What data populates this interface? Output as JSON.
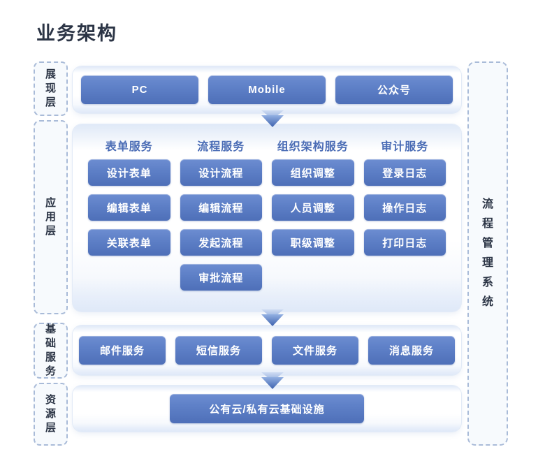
{
  "page": {
    "title": "业务架构",
    "background": "#ffffff"
  },
  "colors": {
    "button_gradient_top": "#6d8dd1",
    "button_gradient_bottom": "#4e6fb8",
    "header_text": "#4a6cb5",
    "tag_text": "#2b3445",
    "tag_border": "#a9bbd8",
    "tag_fill": "#f7fafd",
    "panel_fill": "#ffffff",
    "arrow": "#4f72bd"
  },
  "left_layer_tags": [
    {
      "name": "presentation",
      "label": "展现层"
    },
    {
      "name": "application",
      "label": "应用层"
    },
    {
      "name": "basic-service",
      "label": "基础服务"
    },
    {
      "name": "resource",
      "label": "资源层"
    }
  ],
  "right_system_tag": {
    "label": "流程管理系统"
  },
  "presentation_layer": {
    "items": [
      {
        "label": "PC"
      },
      {
        "label": "Mobile"
      },
      {
        "label": "公众号"
      }
    ]
  },
  "application_layer": {
    "columns": [
      {
        "header": "表单服务",
        "items": [
          {
            "label": "设计表单"
          },
          {
            "label": "编辑表单"
          },
          {
            "label": "关联表单"
          }
        ]
      },
      {
        "header": "流程服务",
        "items": [
          {
            "label": "设计流程"
          },
          {
            "label": "编辑流程"
          },
          {
            "label": "发起流程"
          },
          {
            "label": "审批流程"
          }
        ]
      },
      {
        "header": "组织架构服务",
        "items": [
          {
            "label": "组织调整"
          },
          {
            "label": "人员调整"
          },
          {
            "label": "职级调整"
          }
        ]
      },
      {
        "header": "审计服务",
        "items": [
          {
            "label": "登录日志"
          },
          {
            "label": "操作日志"
          },
          {
            "label": "打印日志"
          }
        ]
      }
    ]
  },
  "basic_service_layer": {
    "items": [
      {
        "label": "邮件服务"
      },
      {
        "label": "短信服务"
      },
      {
        "label": "文件服务"
      },
      {
        "label": "消息服务"
      }
    ]
  },
  "resource_layer": {
    "items": [
      {
        "label": "公有云/私有云基础设施"
      }
    ]
  },
  "connectors": [
    {
      "name": "arrow-presentation-to-application",
      "icon": "double-chevron-down-icon"
    },
    {
      "name": "arrow-application-to-basic",
      "icon": "double-chevron-down-icon"
    },
    {
      "name": "arrow-basic-to-resource",
      "icon": "double-chevron-down-icon"
    }
  ]
}
